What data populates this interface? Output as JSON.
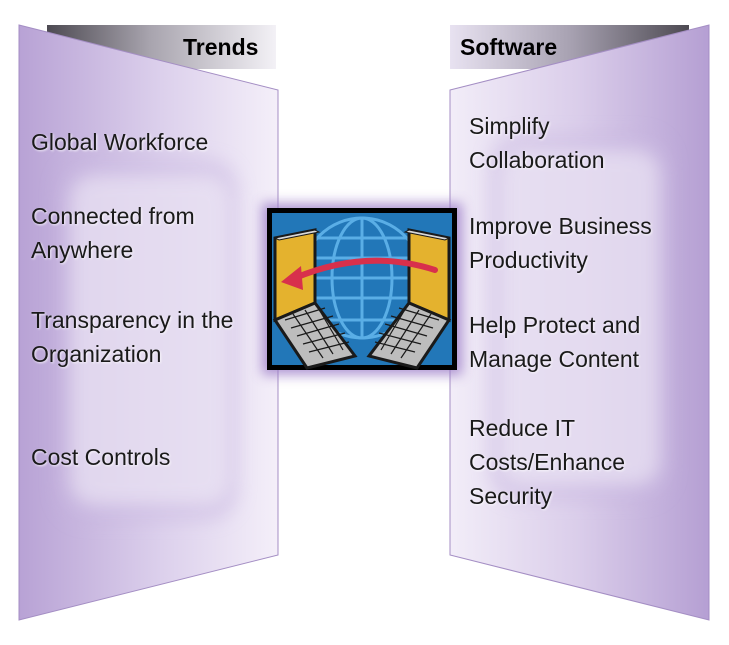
{
  "trends": {
    "title": "Trends",
    "items": [
      "Global Workforce",
      "Connected from\nAnywhere",
      "Transparency in the\nOrganization",
      "Cost Controls"
    ]
  },
  "software": {
    "title": "Software",
    "items": [
      "Simplify\nCollaboration",
      "Improve Business\nProductivity",
      "Help Protect and\nManage Content",
      "Reduce IT\nCosts/Enhance\nSecurity"
    ]
  },
  "center_icon": "networked-computers-globe-icon",
  "colors": {
    "panel_purple": "#b9a3d6",
    "panel_light": "#f2ecf8",
    "tab_gray": "#8e8a96",
    "icon_blue": "#1f6aa8",
    "arrow_red": "#d43450"
  }
}
